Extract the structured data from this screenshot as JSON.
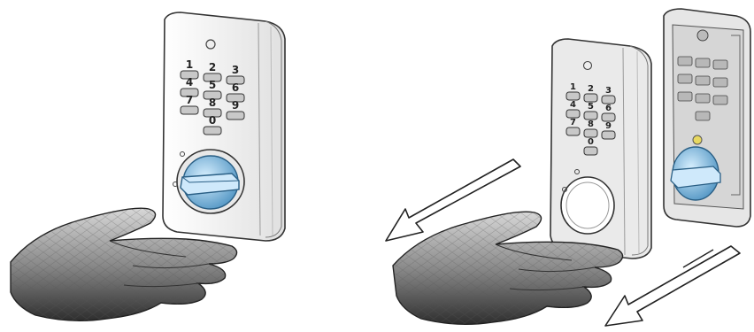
{
  "figure": {
    "panels": [
      {
        "id": "left",
        "keys": [
          "1",
          "2",
          "3",
          "4",
          "5",
          "6",
          "7",
          "8",
          "9",
          "0"
        ],
        "shown": [
          "assembled-keypad-lock",
          "hand",
          "blue-knob"
        ]
      },
      {
        "id": "right",
        "keys": [
          "1",
          "2",
          "3",
          "4",
          "5",
          "6",
          "7",
          "8",
          "9",
          "0"
        ],
        "shown": [
          "front-cover",
          "back-housing",
          "hand",
          "blue-knob",
          "arrow-upper-left",
          "arrow-lower"
        ]
      }
    ],
    "colors": {
      "knob": "#8ec8ec",
      "knob_dark": "#4a90c0",
      "housing": "#f4f4f4",
      "housing_shade": "#cfcfcf",
      "hand": "#9a9a9a",
      "outline": "#333333"
    }
  }
}
